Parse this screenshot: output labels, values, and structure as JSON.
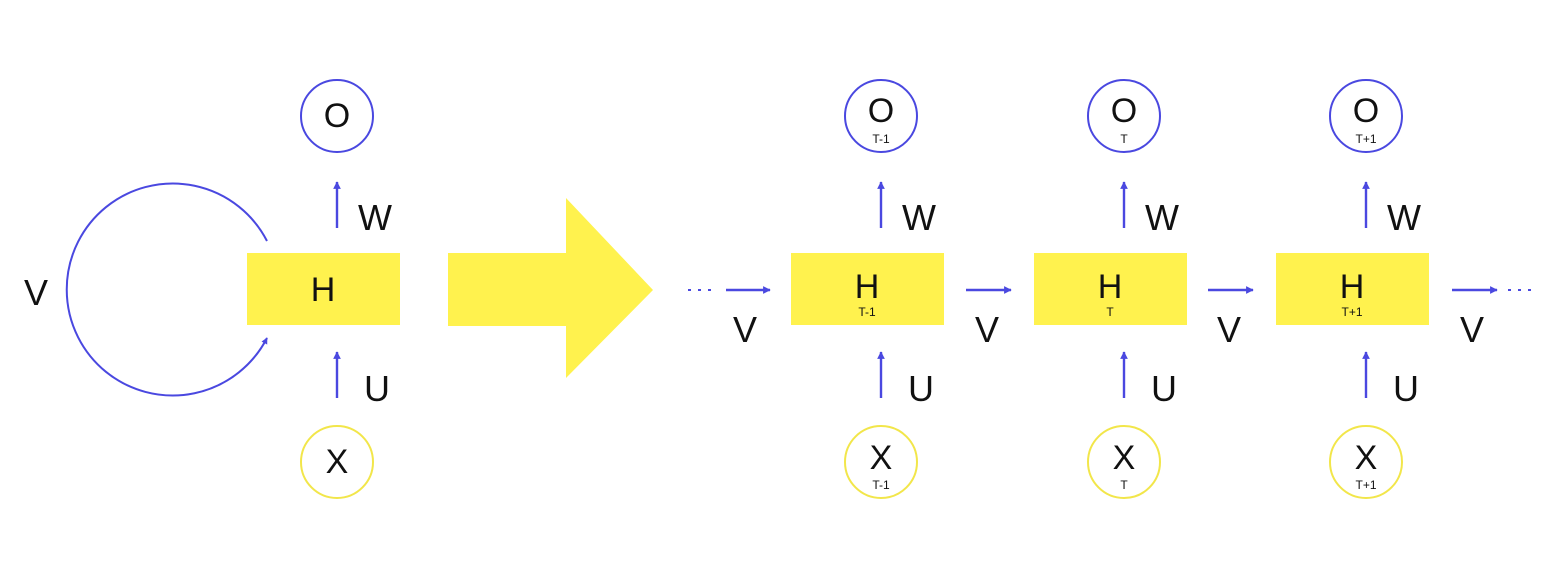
{
  "colors": {
    "edge": "#4a48e0",
    "output_stroke": "#4a48e0",
    "input_stroke": "#f2e64a",
    "hidden_fill": "#fff24e",
    "big_arrow_fill": "#fff24e",
    "text": "#111111"
  },
  "folded": {
    "output_label": "O",
    "hidden_label": "H",
    "input_label": "X",
    "w_label": "W",
    "u_label": "U",
    "v_label": "V"
  },
  "unfolded": {
    "steps": [
      {
        "output_label": "O",
        "output_sub": "T-1",
        "hidden_label": "H",
        "hidden_sub": "T-1",
        "input_label": "X",
        "input_sub": "T-1",
        "w_label": "W",
        "u_label": "U",
        "v_label": "V"
      },
      {
        "output_label": "O",
        "output_sub": "T",
        "hidden_label": "H",
        "hidden_sub": "T",
        "input_label": "X",
        "input_sub": "T",
        "w_label": "W",
        "u_label": "U",
        "v_label": "V"
      },
      {
        "output_label": "O",
        "output_sub": "T+1",
        "hidden_label": "H",
        "hidden_sub": "T+1",
        "input_label": "X",
        "input_sub": "T+1",
        "w_label": "W",
        "u_label": "U",
        "v_label": "V"
      }
    ],
    "final_v_label": "V"
  }
}
